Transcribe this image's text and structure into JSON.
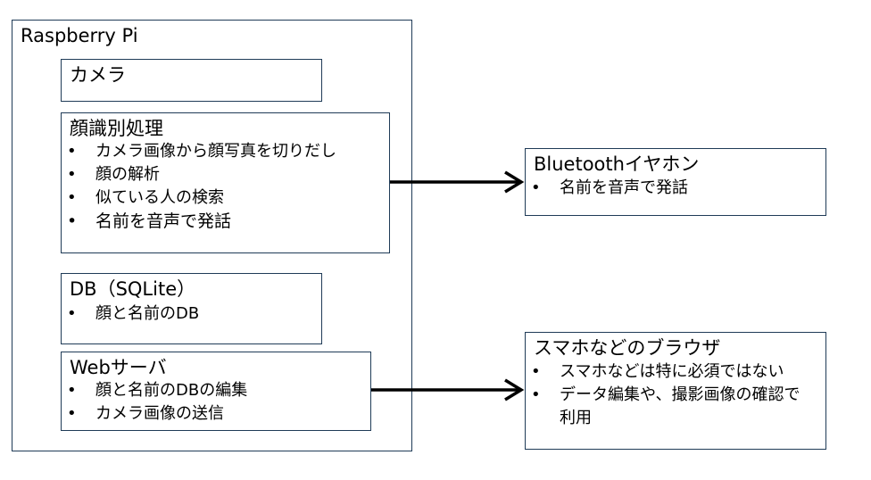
{
  "raspberry_pi": {
    "title": "Raspberry Pi"
  },
  "camera": {
    "title": "カメラ"
  },
  "face_recognition": {
    "title": "顔識別処理",
    "items": [
      "カメラ画像から顔写真を切りだし",
      "顔の解析",
      "似ている人の検索",
      "名前を音声で発話"
    ]
  },
  "database": {
    "title": "DB（SQLite）",
    "items": [
      "顔と名前のDB"
    ]
  },
  "web_server": {
    "title": "Webサーバ",
    "items": [
      "顔と名前のDBの編集",
      "カメラ画像の送信"
    ]
  },
  "bluetooth": {
    "title": "Bluetoothイヤホン",
    "items": [
      "名前を音声で発話"
    ]
  },
  "browser": {
    "title": "スマホなどのブラウザ",
    "items": [
      "スマホなどは特に必須ではない",
      "データ編集や、撮影画像の確認で利用"
    ]
  },
  "bullet": "•",
  "colors": {
    "border": "#1f3b57",
    "arrow": "#000000"
  }
}
